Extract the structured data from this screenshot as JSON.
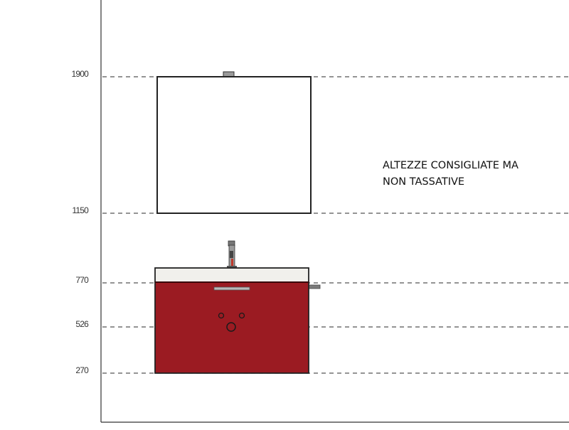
{
  "heights": [
    {
      "label": "1900",
      "value_mm": 1900
    },
    {
      "label": "1150",
      "value_mm": 1150
    },
    {
      "label": "770",
      "value_mm": 770
    },
    {
      "label": "526",
      "value_mm": 526
    },
    {
      "label": "270",
      "value_mm": 270
    }
  ],
  "note": {
    "line1": "ALTEZZE CONSIGLIATE MA",
    "line2": "NON TASSATIVE"
  },
  "colors": {
    "cabinet": "#9b1b22",
    "top": "#f1f0ec",
    "outline": "#222222",
    "guide": "#555555",
    "hardware": "#8a8a8a"
  }
}
